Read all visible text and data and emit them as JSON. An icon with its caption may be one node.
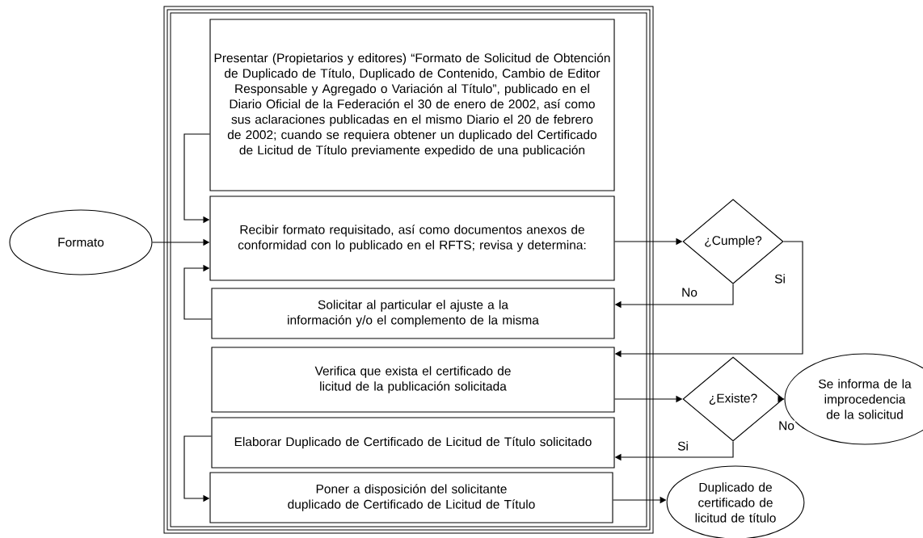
{
  "diagram": {
    "nodes": [
      {
        "text": [
          "Presentar (Propietarios y editores) “Formato de Solicitud de Obtención de Duplicado de Título, Duplicado de Contenido, Cambio de Editor Responsable y Agregado o Variación al Título”, publicado en el Diario Oficial de la Federación el 30 de enero de 2002, así como sus aclaraciones publicadas en el mismo Diario el 20 de febrero de 2002; cuando se requiera obtener un duplicado del Certificado de Licitud de Título previamente expedido de una publicación"
        ]
      },
      {
        "text": [
          "Recibir formato requisitado, así como documentos anexos de conformidad con lo publicado en el RFTS; revisa y determina:"
        ]
      },
      {
        "text": [
          "Solicitar al particular el ajuste a la información y/o el complemento de la misma"
        ]
      },
      {
        "text": [
          "Verifica que exista el certificado de licitud de la publicación solicitada"
        ]
      },
      {
        "text": [
          "Elaborar Duplicado de Certificado de Licitud de Título solicitado"
        ]
      },
      {
        "text": [
          "Poner a disposición del solicitante duplicado de Certificado de Licitud de Título"
        ]
      },
      {
        "text": [
          "Formato"
        ]
      },
      {
        "text": [
          "¿Cumple?"
        ]
      },
      {
        "text": [
          "¿Existe?"
        ]
      },
      {
        "text": [
          "Se informa de la improcedencia de la solicitud"
        ]
      },
      {
        "text": [
          "Duplicado de certificado de licitud de título"
        ]
      }
    ],
    "edges": [
      {
        "from": 0,
        "to": 1,
        "arrow": "to"
      },
      {
        "from": 6,
        "to": 1,
        "arrow": "to"
      },
      {
        "from": 2,
        "to": 1,
        "arrow": "to"
      },
      {
        "from": 1,
        "to": 7,
        "arrow": "to"
      },
      {
        "from": 7,
        "to": 2,
        "arrow": "to",
        "label": "No"
      },
      {
        "from": 7,
        "to": 3,
        "arrow": "to",
        "label": "Si"
      },
      {
        "from": 3,
        "to": 8,
        "arrow": "to"
      },
      {
        "from": 8,
        "to": 9,
        "arrow": "to",
        "label": "No"
      },
      {
        "from": 8,
        "to": 4,
        "arrow": "to",
        "label": "Si"
      },
      {
        "from": 4,
        "to": 5,
        "arrow": "to"
      },
      {
        "from": 5,
        "to": 10,
        "arrow": "to"
      }
    ]
  }
}
